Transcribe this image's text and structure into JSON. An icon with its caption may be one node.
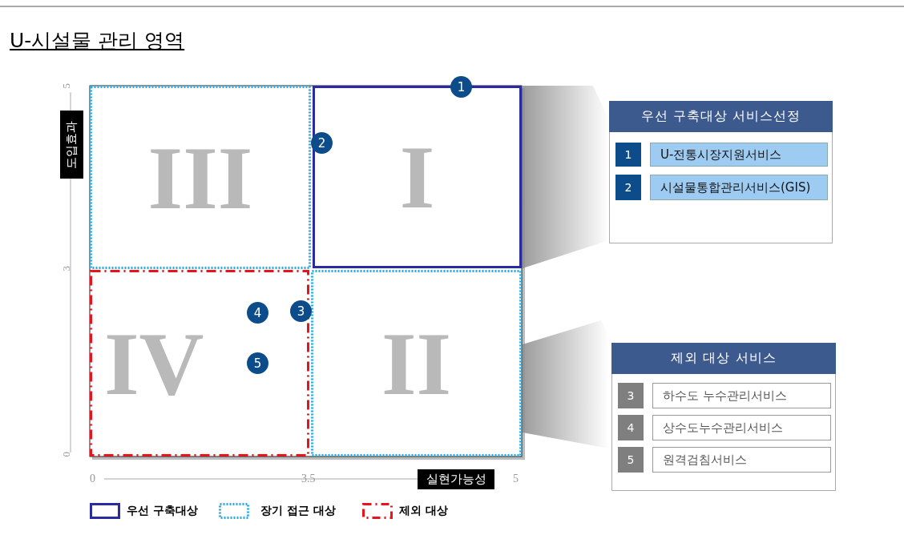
{
  "diagram": {
    "title": "U-시설물 관리 영역",
    "nodes": [
      {
        "text": [
          "III"
        ]
      },
      {
        "text": [
          "I"
        ]
      },
      {
        "text": [
          "IV"
        ]
      },
      {
        "text": [
          "II"
        ]
      },
      {
        "text": [
          "1"
        ]
      },
      {
        "text": [
          "2"
        ]
      },
      {
        "text": [
          "3"
        ]
      },
      {
        "text": [
          "4"
        ],
        "in": 2
      },
      {
        "text": [
          "5"
        ],
        "in": 2
      },
      {
        "text": [
          "우선 구축대상 서비스선정"
        ]
      },
      {
        "text": [
          "1"
        ],
        "in": 9
      },
      {
        "text": [
          "U-전통시장지원서비스"
        ],
        "in": 9
      },
      {
        "text": [
          "2"
        ],
        "in": 9
      },
      {
        "text": [
          "시설물통합관리서비스(GIS)"
        ],
        "in": 9
      },
      {
        "text": [
          "제외 대상 서비스"
        ]
      },
      {
        "text": [
          "3"
        ],
        "in": 14
      },
      {
        "text": [
          "하수도 누수관리서비스"
        ],
        "in": 14
      },
      {
        "text": [
          "4"
        ],
        "in": 14
      },
      {
        "text": [
          "상수도누수관리서비스"
        ],
        "in": 14
      },
      {
        "text": [
          "5"
        ],
        "in": 14
      },
      {
        "text": [
          "원격검침서비스"
        ],
        "in": 14
      },
      {
        "text": [],
        "shape": "funnel"
      },
      {
        "text": [],
        "shape": "funnel"
      }
    ],
    "labels": [
      "5",
      "도입효과",
      "3",
      "0",
      "0",
      "3.5",
      "실현가능성",
      "5"
    ],
    "legend": [
      {
        "text": "우선 구축대상"
      },
      {
        "text": "장기 접근 대상"
      },
      {
        "text": "제외 대상"
      }
    ]
  }
}
